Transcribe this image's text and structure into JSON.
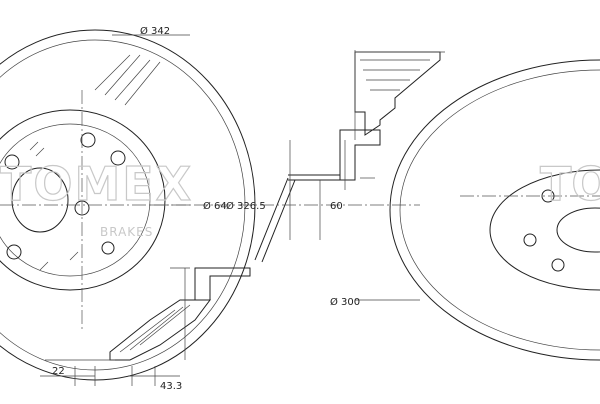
{
  "dimensions": {
    "outer_diameter": "Ø 342",
    "center_bore": "Ø 64",
    "hat_diameter": "Ø 326.5",
    "height": "60",
    "pcd": "Ø 300",
    "thickness": "22",
    "hat_thickness": "43.3"
  },
  "watermark": "TOMEX",
  "watermark_sub": "BRAKES",
  "colors": {
    "line": "#222222",
    "watermark": "#c8c8c8"
  }
}
